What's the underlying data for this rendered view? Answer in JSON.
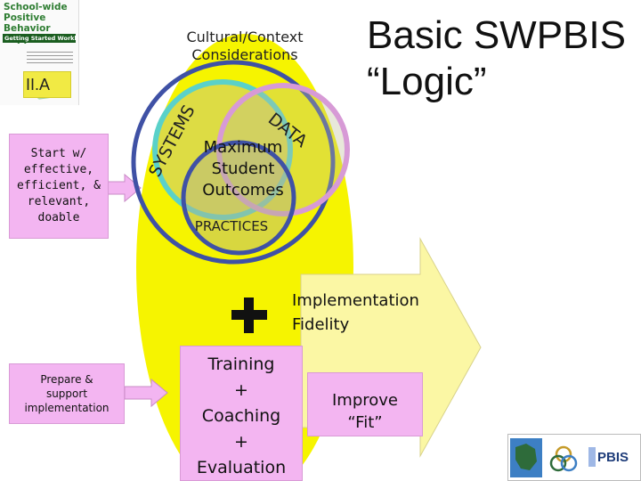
{
  "workbook": {
    "title": "School-wide Positive Behavior Support",
    "subtitle": "Getting Started Workbook",
    "tab": "II.A"
  },
  "title": {
    "line1": "Basic SWPBIS",
    "line2": "“Logic”"
  },
  "context": {
    "line1": "Cultural/Context",
    "line2": "Considerations"
  },
  "circles": {
    "systems": "SYSTEMS",
    "data": "DATA",
    "practices": "PRACTICES",
    "center": [
      "Maximum",
      "Student",
      "Outcomes"
    ]
  },
  "left_boxes": {
    "start": [
      "Start w/",
      "effective,",
      "efficient, &",
      "relevant,",
      "doable"
    ],
    "prepare": [
      "Prepare &",
      "support",
      "implementation"
    ]
  },
  "implementation": [
    "Implementation",
    "Fidelity"
  ],
  "training": [
    "Training",
    "+",
    "Coaching",
    "+",
    "Evaluation"
  ],
  "improve": [
    "Improve",
    "“Fit”"
  ],
  "logo": {
    "text": "PBIS"
  },
  "colors": {
    "oval": "#f6f400",
    "arrow": "#fbf7a4",
    "pink_box": "#f3b5f1",
    "ring_systems": "#5ad1c9",
    "ring_data": "#d79ad6",
    "ring_practices": "#3f51a5",
    "plus": "#111111"
  }
}
